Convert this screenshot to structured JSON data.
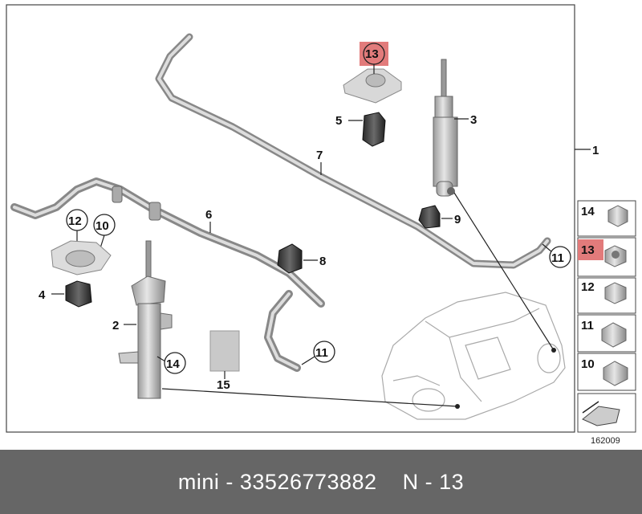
{
  "labels": {
    "n1": "1",
    "n2": "2",
    "n3": "3",
    "n4": "4",
    "n5": "5",
    "n6": "6",
    "n7": "7",
    "n8": "8",
    "n9": "9",
    "n10": "10",
    "n11a": "11",
    "n11b": "11",
    "n12": "12",
    "n13": "13",
    "n14": "14",
    "n15": "15"
  },
  "legend": {
    "items": [
      "14",
      "13",
      "12",
      "11",
      "10"
    ],
    "highlight": "13"
  },
  "diagram_id": "162009",
  "footer": {
    "brand": "mini",
    "sep": " - ",
    "part_number": "33526773882",
    "position": "N - 13"
  },
  "colors": {
    "highlight": "#e27b7b",
    "footer_bg": "#666666"
  }
}
